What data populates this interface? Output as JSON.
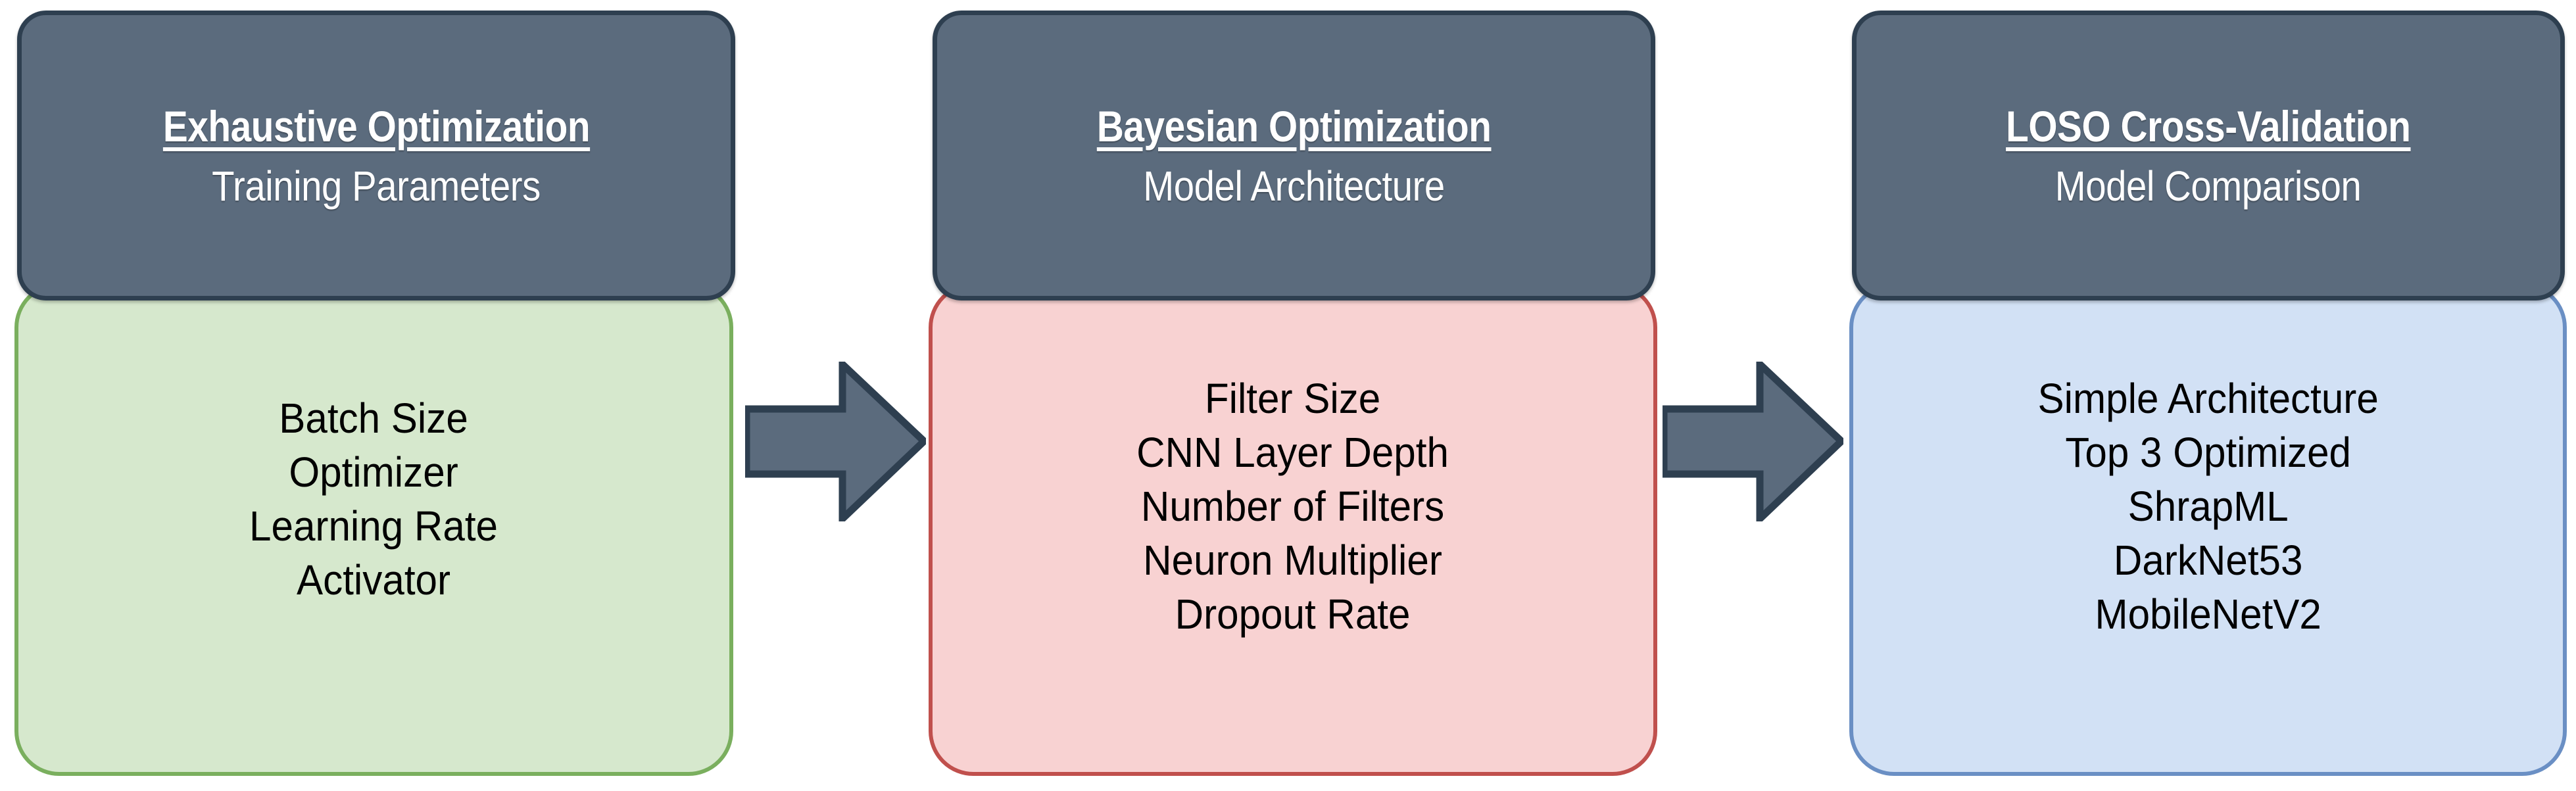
{
  "diagram": {
    "type": "flowchart",
    "orientation": "left-to-right",
    "stage_width": 3917,
    "stage_height": 1203,
    "colors": {
      "header_fill": "#5b6b7d",
      "header_border": "#2e3f50",
      "header_text": "#ffffff",
      "body_text": "#000000",
      "arrow_fill": "#5b6b7d",
      "arrow_border": "#2e3f50",
      "stage_background": "#ffffff"
    },
    "stages": [
      {
        "id": "exhaustive-optimization",
        "title": "Exhaustive Optimization",
        "subtitle": "Training Parameters",
        "fill": "#d6e8cd",
        "border": "#7aaf5e",
        "items": [
          "Batch Size",
          "Optimizer",
          "Learning Rate",
          "Activator"
        ]
      },
      {
        "id": "bayesian-optimization",
        "title": "Bayesian Optimization",
        "subtitle": "Model Architecture",
        "fill": "#f8d2d2",
        "border": "#c0504d",
        "items": [
          "Filter Size",
          "CNN Layer Depth",
          "Number of Filters",
          "Neuron Multiplier",
          "Dropout Rate"
        ]
      },
      {
        "id": "loso-cross-validation",
        "title": "LOSO Cross-Validation",
        "subtitle": "Model Comparison",
        "fill": "#d2e1f5",
        "border": "#6a8fc4",
        "items": [
          "Simple Architecture",
          "Top 3 Optimized",
          "ShrapML",
          "DarkNet53",
          "MobileNetV2"
        ]
      }
    ],
    "connectors": [
      {
        "id": "arrow-1",
        "from": "exhaustive-optimization",
        "to": "bayesian-optimization",
        "shape": "block-arrow-right"
      },
      {
        "id": "arrow-2",
        "from": "bayesian-optimization",
        "to": "loso-cross-validation",
        "shape": "block-arrow-right"
      }
    ]
  }
}
